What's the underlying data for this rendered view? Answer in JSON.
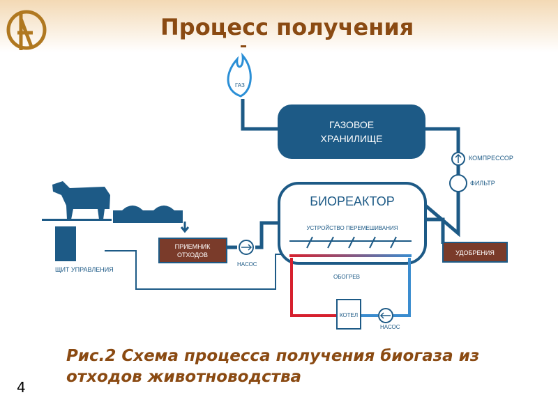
{
  "title": "Процесс получения",
  "caption": "Рис.2 Схема процесса получения биогаза из отходов животноводства",
  "page_number": "4",
  "diagram": {
    "gas": "ГАЗ",
    "storage_line1": "ГАЗОВОЕ",
    "storage_line2": "ХРАНИЛИЩЕ",
    "compressor": "КОМПРЕССОР",
    "filter": "ФИЛЬТР",
    "bioreactor": "БИОРЕАКТОР",
    "mixer": "УСТРОЙСТВО ПЕРЕМЕШИВАНИЯ",
    "receiver_line1": "ПРИЕМНИК",
    "receiver_line2": "ОТХОДОВ",
    "pump1": "НАСОС",
    "control_panel": "ЩИТ УПРАВЛЕНИЯ",
    "fertilizer": "УДОБРЕНИЯ",
    "heating": "ОБОГРЕВ",
    "boiler": "КОТЕЛ",
    "pump2": "НАСОС"
  },
  "colors": {
    "blue": "#1d5a86",
    "brown": "#7a3b2a",
    "title": "#8a4a12",
    "red": "#d6202e",
    "lightblue": "#3a8ccf"
  }
}
